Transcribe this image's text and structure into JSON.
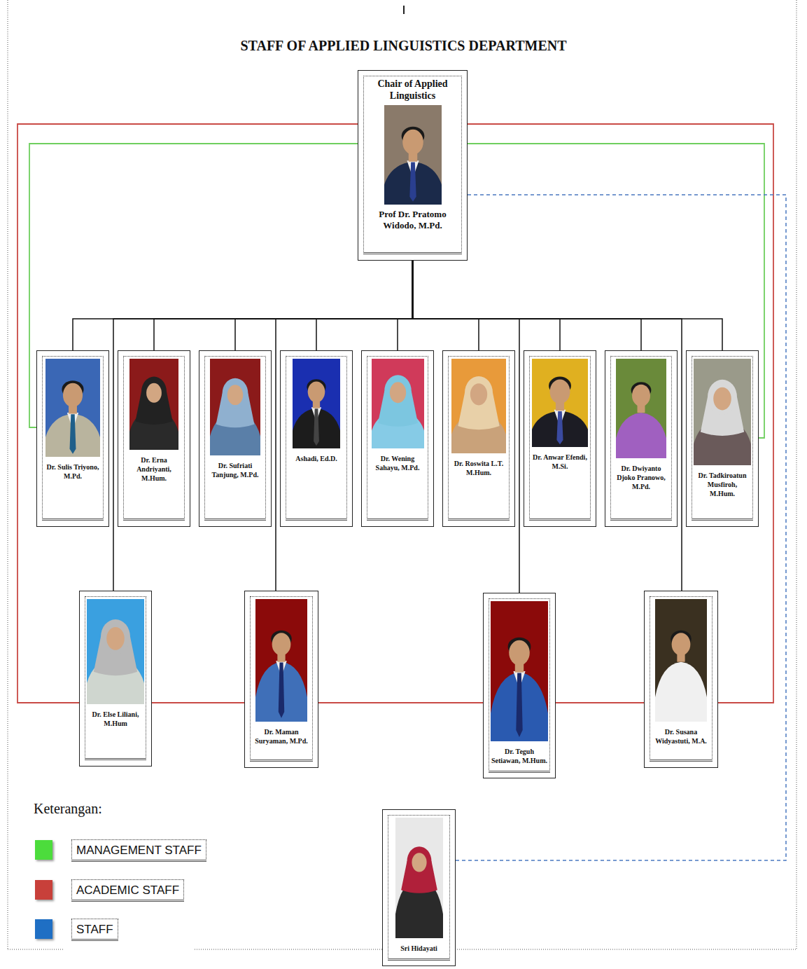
{
  "diagram": {
    "title": "STAFF OF APPLIED LINGUISTICS DEPARTMENT",
    "nodes": [
      {
        "text": [
          "Chair of Applied Linguistics",
          "Prof Dr. Pratomo Widodo, M.Pd."
        ]
      },
      {
        "text": [
          "Dr. Sulis Triyono, M.Pd."
        ]
      },
      {
        "text": [
          "Dr. Erna Andriyanti, M.Hum."
        ]
      },
      {
        "text": [
          "Dr. Sufriati Tanjung, M.Pd."
        ]
      },
      {
        "text": [
          "Ashadi, Ed.D."
        ]
      },
      {
        "text": [
          "Dr. Wening Sahayu, M.Pd."
        ]
      },
      {
        "text": [
          "Dr. Roswita L.T. M.Hum."
        ]
      },
      {
        "text": [
          "Dr. Anwar Efendi, M.Si."
        ]
      },
      {
        "text": [
          "Dr. Dwiyanto Djoko Pranowo, M.Pd."
        ]
      },
      {
        "text": [
          "Dr. Tadkiroatun Musfiroh, M.Hum."
        ]
      },
      {
        "text": [
          "Dr. Else Liliani, M.Hum"
        ]
      },
      {
        "text": [
          "Dr. Maman Suryaman, M.Pd."
        ]
      },
      {
        "text": [
          "Dr. Teguh Setiawan, M.Hum."
        ]
      },
      {
        "text": [
          "Dr. Susana Widyastuti, M.A."
        ]
      },
      {
        "text": [
          "Sri Hidayati"
        ]
      }
    ],
    "edges": [
      {
        "from": 0,
        "to": 1,
        "arrow": "none"
      },
      {
        "from": 0,
        "to": 2,
        "arrow": "none"
      },
      {
        "from": 0,
        "to": 3,
        "arrow": "none"
      },
      {
        "from": 0,
        "to": 4,
        "arrow": "none"
      },
      {
        "from": 0,
        "to": 5,
        "arrow": "none"
      },
      {
        "from": 0,
        "to": 6,
        "arrow": "none"
      },
      {
        "from": 0,
        "to": 7,
        "arrow": "none"
      },
      {
        "from": 0,
        "to": 8,
        "arrow": "none"
      },
      {
        "from": 0,
        "to": 9,
        "arrow": "none"
      },
      {
        "from": 0,
        "to": 10,
        "arrow": "none"
      },
      {
        "from": 0,
        "to": 11,
        "arrow": "none"
      },
      {
        "from": 0,
        "to": 12,
        "arrow": "none"
      },
      {
        "from": 0,
        "to": 13,
        "arrow": "none"
      },
      {
        "from": 0,
        "to": 1,
        "arrow": "none"
      },
      {
        "from": 0,
        "to": 9,
        "arrow": "none"
      },
      {
        "from": 0,
        "to": 10,
        "arrow": "none"
      },
      {
        "from": 10,
        "to": 11,
        "arrow": "none"
      },
      {
        "from": 11,
        "to": 12,
        "arrow": "none"
      },
      {
        "from": 12,
        "to": 13,
        "arrow": "none"
      },
      {
        "from": 13,
        "to": 0,
        "arrow": "none"
      },
      {
        "from": 0,
        "to": 14,
        "arrow": "none"
      }
    ],
    "labels": [
      "Keterangan:"
    ],
    "legend": [
      {
        "text": "MANAGEMENT STAFF",
        "color": "#4cdc3c"
      },
      {
        "text": "ACADEMIC STAFF",
        "color": "#c8403a"
      },
      {
        "text": "STAFF",
        "color": "#1f6fc4"
      }
    ]
  }
}
